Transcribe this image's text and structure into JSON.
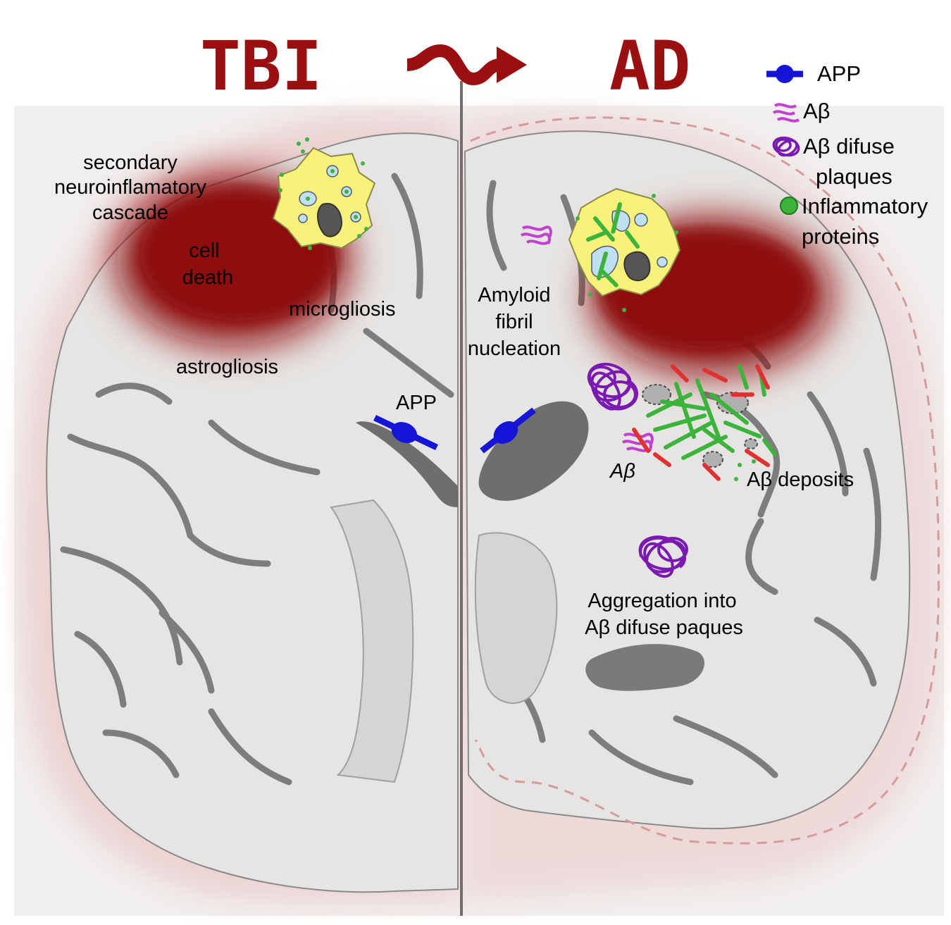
{
  "titles": {
    "left": "TBI",
    "right": "AD"
  },
  "legend": {
    "app": "APP",
    "abeta": "Aβ",
    "plaques_line1": "Aβ difuse",
    "plaques_line2": "plaques",
    "inflam_line1": "Inflammatory",
    "inflam_line2": "proteins"
  },
  "left_labels": {
    "secondary_1": "secondary",
    "secondary_2": "neuroinflamatory",
    "secondary_3": "cascade",
    "cell_death_1": "cell",
    "cell_death_2": "death",
    "microgliosis": "microgliosis",
    "astrogliosis": "astrogliosis",
    "app": "APP"
  },
  "right_labels": {
    "amyloid_1": "Amyloid",
    "amyloid_2": "fibril",
    "amyloid_3": "nucleation",
    "abeta": "Aβ",
    "deposits": "Aβ deposits",
    "aggregation_1": "Aggregation into",
    "aggregation_2": "Aβ difuse paques"
  },
  "colors": {
    "title": "#9a1010",
    "damage": "#8e0a0a",
    "app": "#1515d8",
    "abeta": "#c040d0",
    "plaque": "#7a1ab0",
    "inflammatory": "#3cb43c",
    "microglia": "#f6f27a",
    "brain": "#e8e8e6"
  }
}
